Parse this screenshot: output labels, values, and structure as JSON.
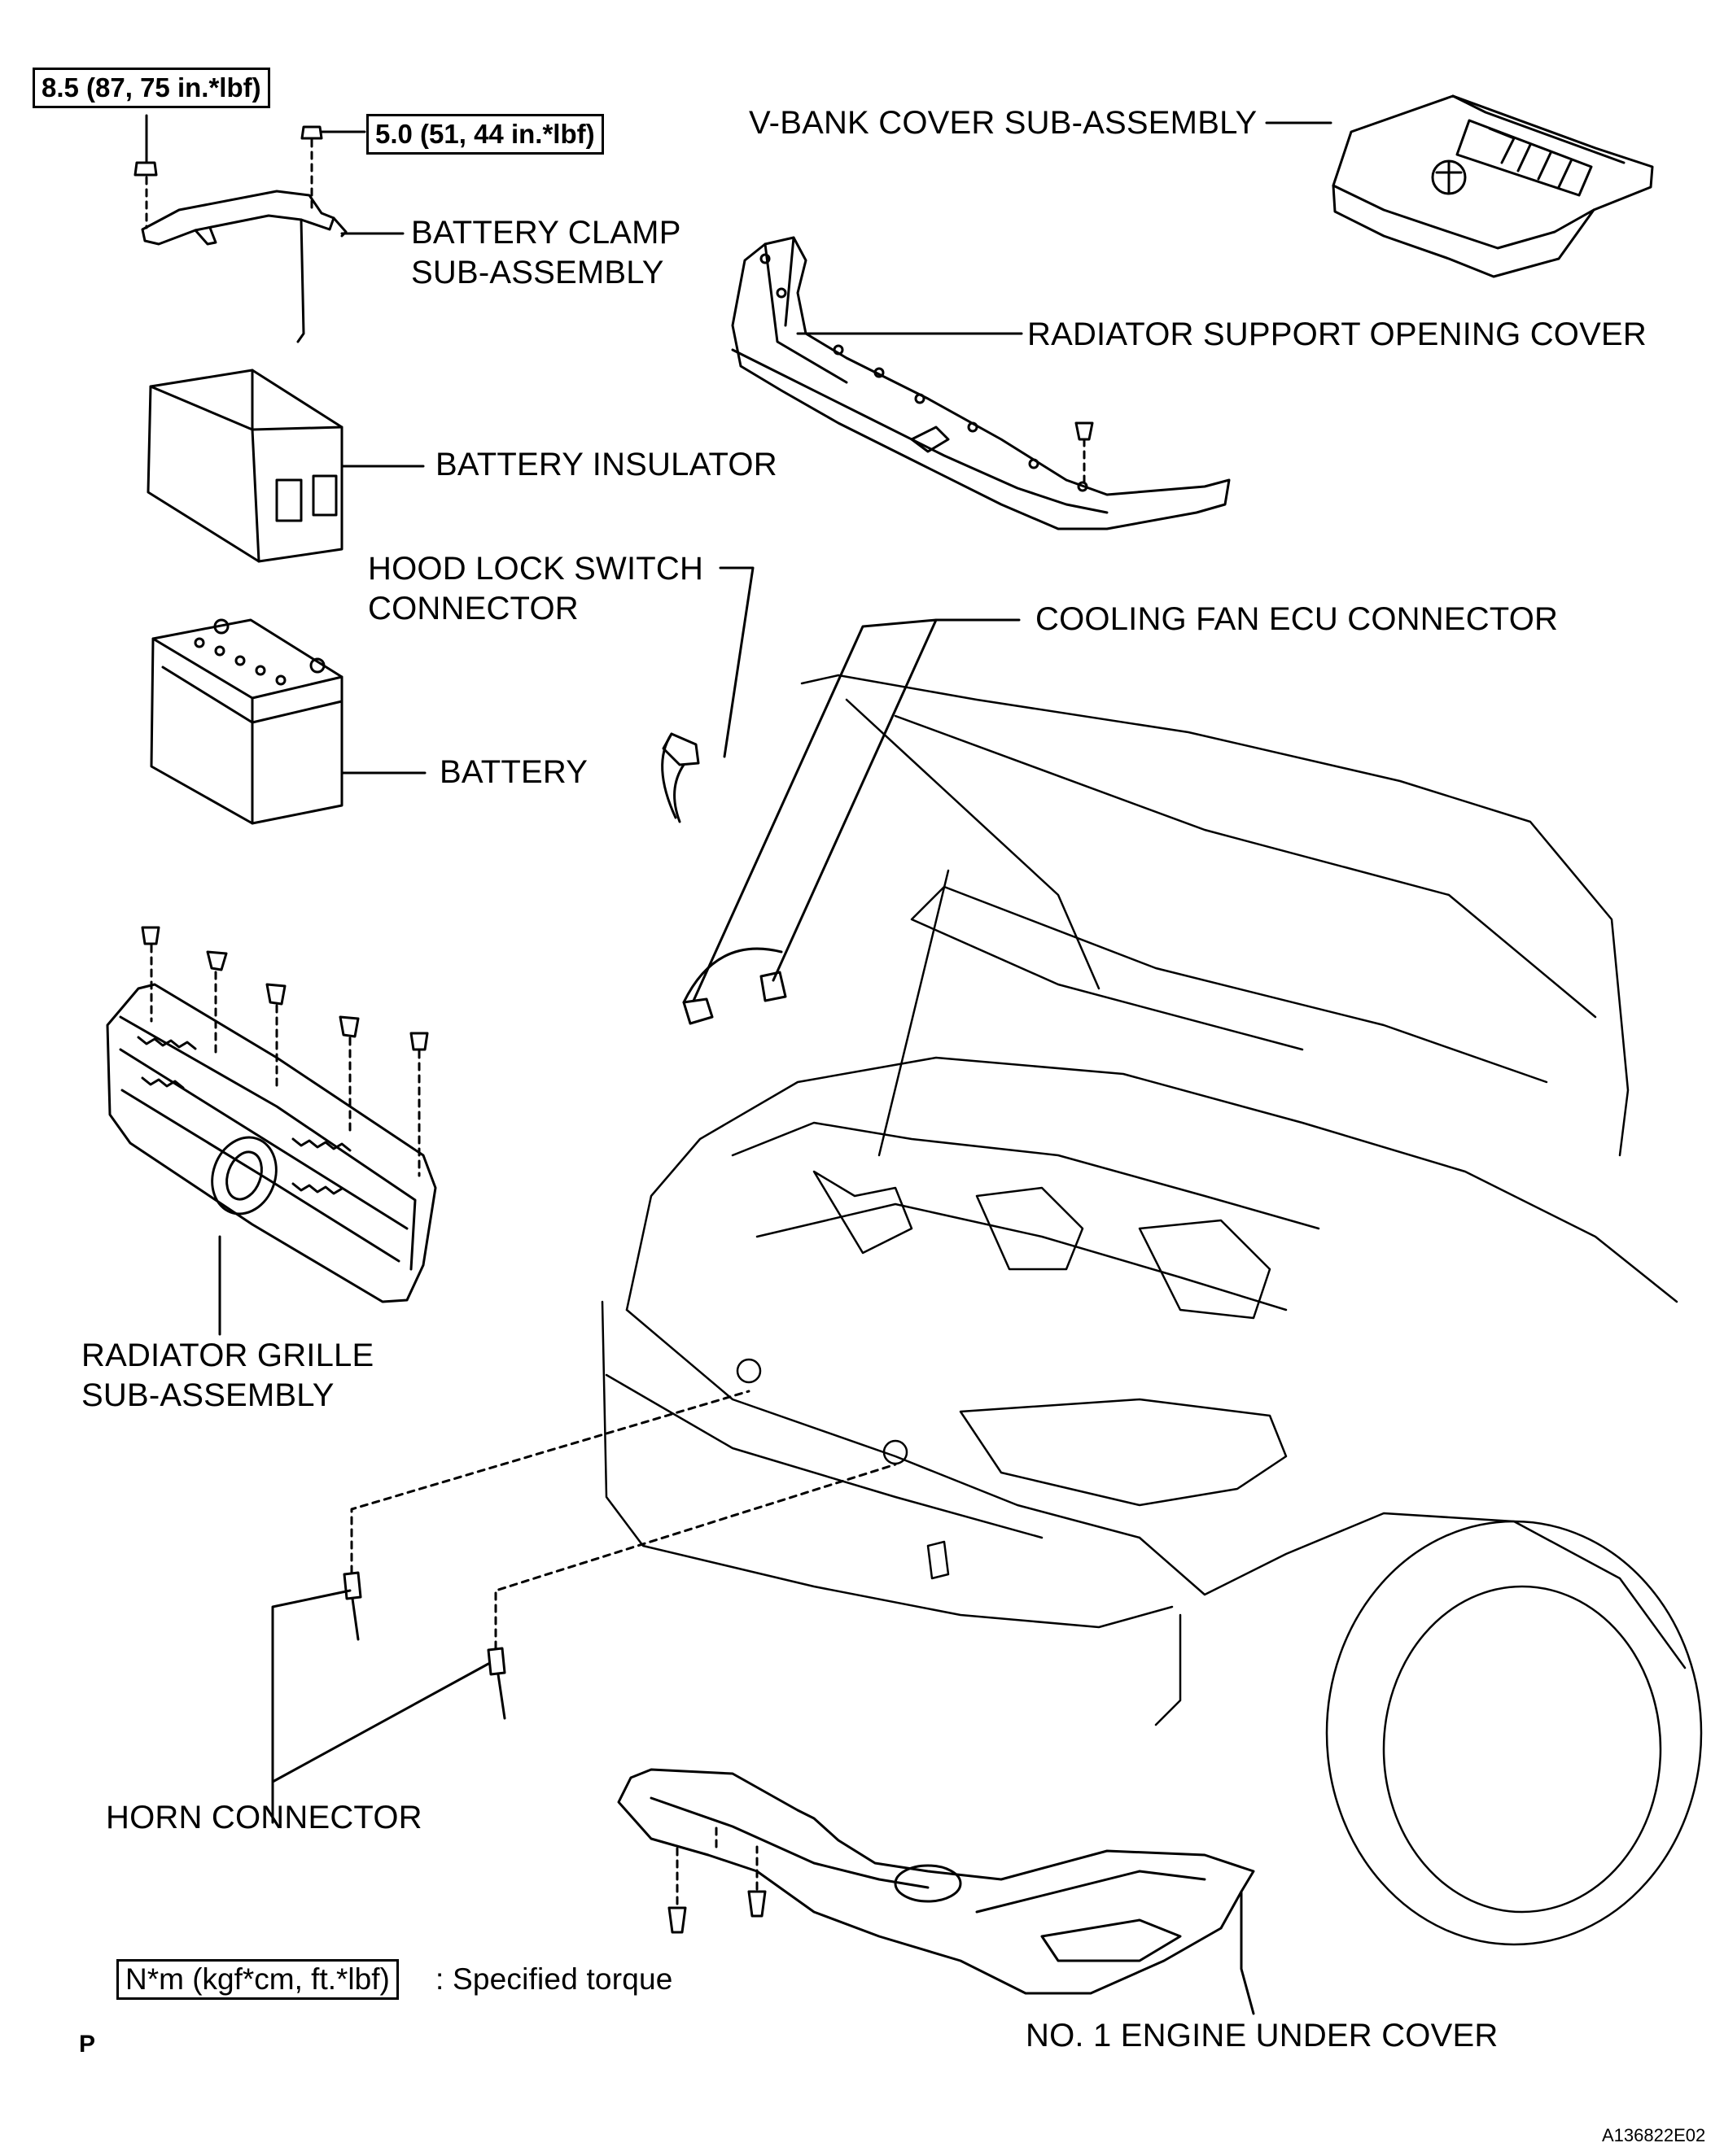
{
  "torque_top_left": "8.5 (87, 75 in.*lbf)",
  "torque_top_mid": "5.0 (51, 44 in.*lbf)",
  "labels": {
    "v_bank_cover": "V-BANK COVER SUB-ASSEMBLY",
    "battery_clamp_l1": "BATTERY CLAMP",
    "battery_clamp_l2": "SUB-ASSEMBLY",
    "radiator_support_cover": "RADIATOR SUPPORT OPENING COVER",
    "battery_insulator": "BATTERY INSULATOR",
    "hood_lock_l1": "HOOD LOCK SWITCH",
    "hood_lock_l2": "CONNECTOR",
    "cooling_fan_connector": "COOLING FAN ECU CONNECTOR",
    "battery": "BATTERY",
    "radiator_grille_l1": "RADIATOR GRILLE",
    "radiator_grille_l2": "SUB-ASSEMBLY",
    "horn_connector": "HORN CONNECTOR",
    "engine_under_cover": "NO. 1 ENGINE UNDER COVER"
  },
  "legend": {
    "box_text": "N*m (kgf*cm, ft.*lbf)",
    "description": ": Specified torque"
  },
  "corner_letter": "P",
  "figure_id": "A136822E02"
}
